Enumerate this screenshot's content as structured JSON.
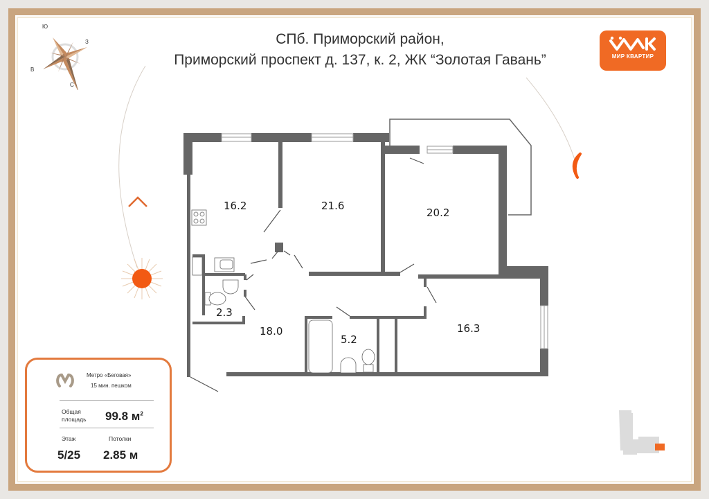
{
  "header": {
    "title_line1": "СПб. Приморский район,",
    "title_line2": "Приморский проспект д. 137, к. 2, ЖК “Золотая Гавань”"
  },
  "logo": {
    "text": "МИР КВАРТИР",
    "color": "#f06a24"
  },
  "compass": {
    "north": "С",
    "south": "Ю",
    "east": "В",
    "west": "З"
  },
  "sun_path": {
    "sun_icon": "sun-icon",
    "moon_icon": "moon-icon",
    "accent": "#f25a13"
  },
  "rooms": [
    {
      "id": "kitchen",
      "area": "16.2"
    },
    {
      "id": "room1",
      "area": "21.6"
    },
    {
      "id": "room2",
      "area": "20.2"
    },
    {
      "id": "wc",
      "area": "2.3"
    },
    {
      "id": "hall",
      "area": "18.0"
    },
    {
      "id": "bathroom",
      "area": "5.2"
    },
    {
      "id": "room3",
      "area": "16.3"
    }
  ],
  "info": {
    "metro_name": "Метро «Беговая»",
    "metro_walk": "15 мин. пешком",
    "area_label_1": "Общая",
    "area_label_2": "площадь",
    "area_value": "99.8 м",
    "area_unit_sup": "2",
    "floor_label": "Этаж",
    "floor_value": "5/25",
    "ceiling_label": "Потолки",
    "ceiling_value": "2.85 м",
    "border_color": "#e37a3e"
  },
  "building_locator": {
    "highlight_color": "#f06a24"
  }
}
